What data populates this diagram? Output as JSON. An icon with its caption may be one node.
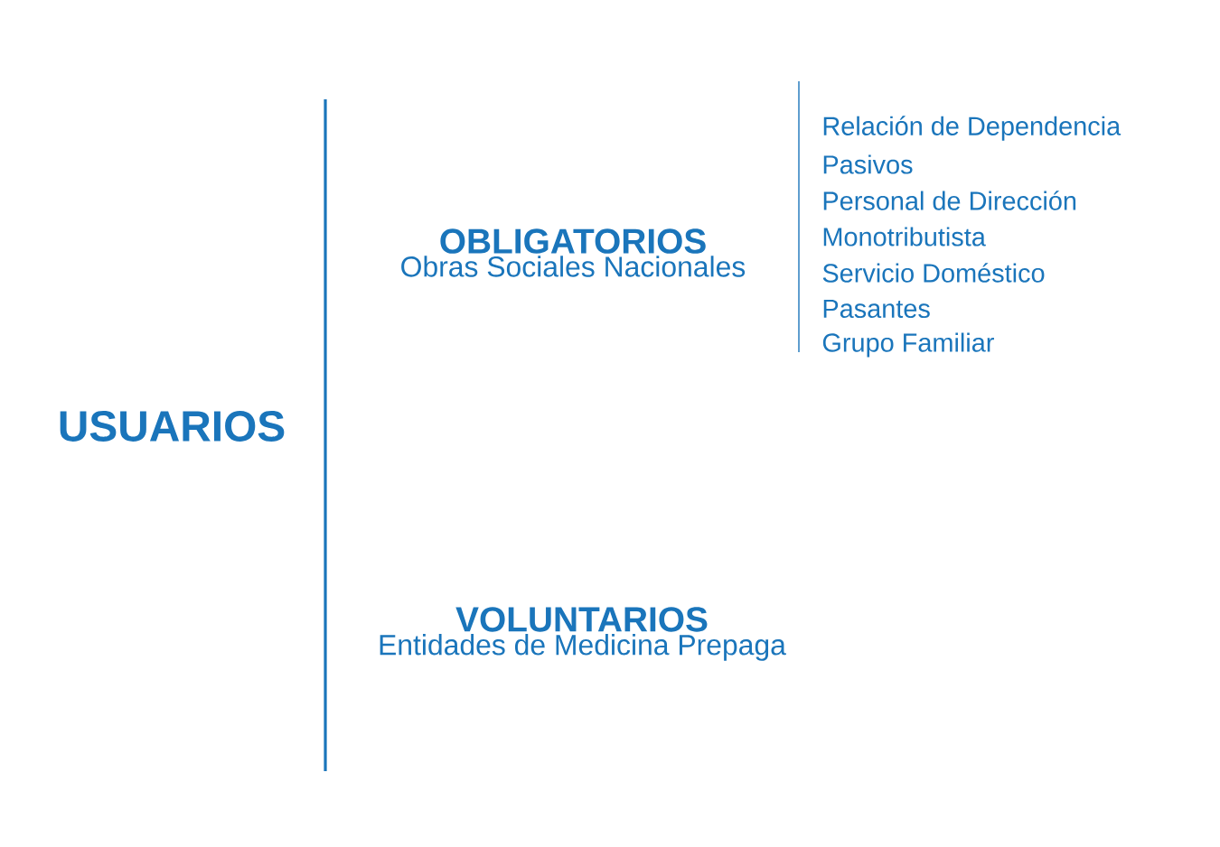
{
  "diagram": {
    "nodes": [
      {
        "text": [
          "USUARIOS"
        ]
      },
      {
        "text": [
          "OBLIGATORIOS",
          "Obras Sociales Nacionales"
        ]
      },
      {
        "text": [
          "VOLUNTARIOS",
          "Entidades de Medicina Prepaga"
        ]
      }
    ],
    "labels": [
      "Relación de Dependencia",
      "Pasivos",
      "Personal de Dirección",
      "Monotributista",
      "Servicio Doméstico",
      "Pasantes",
      "Grupo Familiar"
    ]
  }
}
